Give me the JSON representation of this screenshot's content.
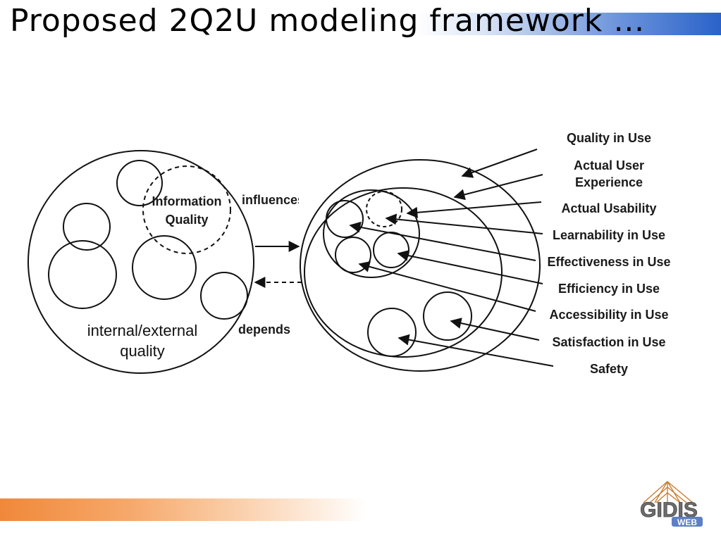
{
  "slide": {
    "title": "Proposed 2Q2U modeling framework …"
  },
  "diagram": {
    "left": {
      "info_quality_line1": "Information",
      "info_quality_line2": "Quality",
      "ie_quality_line1": "internal/external",
      "ie_quality_line2": "quality"
    },
    "relations": {
      "influences": "influences",
      "depends": "depends"
    },
    "labels": {
      "quality_in_use": "Quality in Use",
      "actual_user_experience_line1": "Actual User",
      "actual_user_experience_line2": "Experience",
      "actual_usability": "Actual Usability",
      "learnability_in_use": "Learnability in Use",
      "effectiveness_in_use": "Effectiveness in Use",
      "efficiency_in_use": "Efficiency in Use",
      "accessibility_in_use": "Accessibility in Use",
      "satisfaction_in_use": "Satisfaction in Use",
      "safety": "Safety"
    }
  },
  "logo": {
    "text_main": "GIDIS",
    "text_sub": "WEB"
  }
}
